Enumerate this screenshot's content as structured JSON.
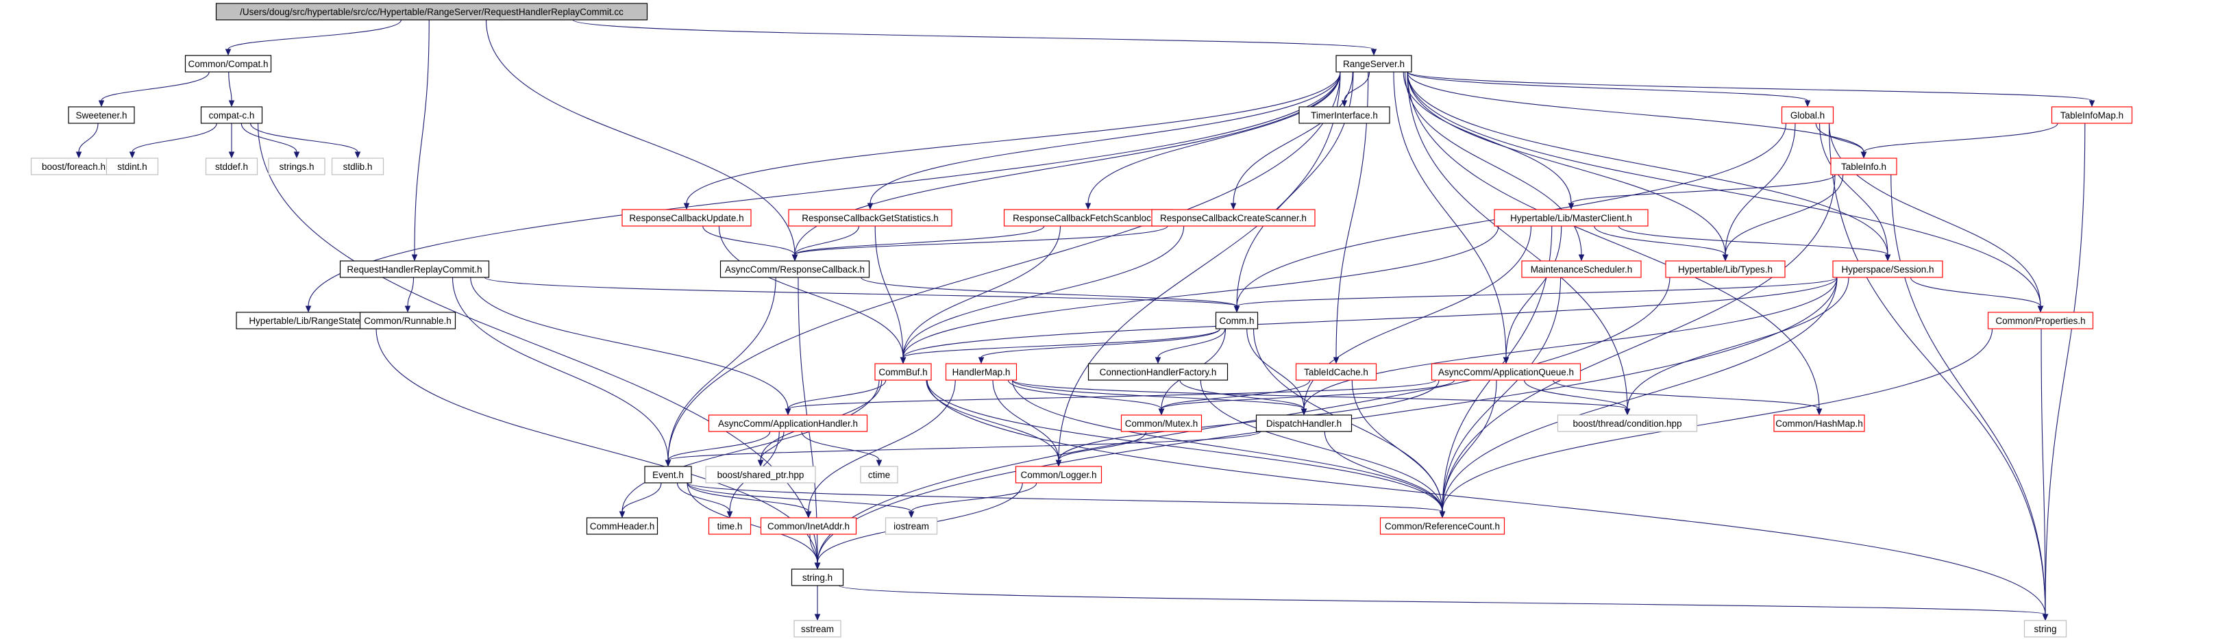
{
  "graph_title": "/Users/doug/src/hypertable/src/cc/Hypertable/RangeServer/RequestHandlerReplayCommit.cc",
  "colors": {
    "root_fill": "#bfbfbf",
    "documented_border": "#000000",
    "undocumented_border": "#ff0000",
    "external_border": "#bfbfbf",
    "edge": "#191970"
  },
  "nodes": [
    {
      "id": "root",
      "label": "/Users/doug/src/hypertable/src/cc/Hypertable/RangeServer/RequestHandlerReplayCommit.cc",
      "kind": "root"
    },
    {
      "id": "compat_h",
      "label": "Common/Compat.h",
      "kind": "documented"
    },
    {
      "id": "sweetener",
      "label": "Sweetener.h",
      "kind": "documented"
    },
    {
      "id": "boost_foreach",
      "label": "boost/foreach.hpp",
      "kind": "external"
    },
    {
      "id": "compat_c",
      "label": "compat-c.h",
      "kind": "documented"
    },
    {
      "id": "stdint",
      "label": "stdint.h",
      "kind": "external"
    },
    {
      "id": "stddef",
      "label": "stddef.h",
      "kind": "external"
    },
    {
      "id": "strings_h",
      "label": "strings.h",
      "kind": "external"
    },
    {
      "id": "stdlib_h",
      "label": "stdlib.h",
      "kind": "external"
    },
    {
      "id": "rangeserver",
      "label": "RangeServer.h",
      "kind": "documented"
    },
    {
      "id": "timerinterface",
      "label": "TimerInterface.h",
      "kind": "documented"
    },
    {
      "id": "global_h",
      "label": "Global.h",
      "kind": "undocumented"
    },
    {
      "id": "tableinfomap",
      "label": "TableInfoMap.h",
      "kind": "undocumented"
    },
    {
      "id": "tableinfo",
      "label": "TableInfo.h",
      "kind": "undocumented"
    },
    {
      "id": "rcb_update",
      "label": "ResponseCallbackUpdate.h",
      "kind": "undocumented"
    },
    {
      "id": "rcb_getstats",
      "label": "ResponseCallbackGetStatistics.h",
      "kind": "undocumented"
    },
    {
      "id": "rcb_fetch",
      "label": "ResponseCallbackFetchScanblock.h",
      "kind": "undocumented"
    },
    {
      "id": "rcb_create",
      "label": "ResponseCallbackCreateScanner.h",
      "kind": "undocumented"
    },
    {
      "id": "masterclient",
      "label": "Hypertable/Lib/MasterClient.h",
      "kind": "undocumented"
    },
    {
      "id": "rhrc_h",
      "label": "RequestHandlerReplayCommit.h",
      "kind": "documented"
    },
    {
      "id": "async_rcb",
      "label": "AsyncComm/ResponseCallback.h",
      "kind": "documented"
    },
    {
      "id": "maint_sched",
      "label": "MaintenanceScheduler.h",
      "kind": "undocumented"
    },
    {
      "id": "types_h",
      "label": "Hypertable/Lib/Types.h",
      "kind": "undocumented"
    },
    {
      "id": "session_h",
      "label": "Hyperspace/Session.h",
      "kind": "undocumented"
    },
    {
      "id": "rangestate",
      "label": "Hypertable/Lib/RangeState.h",
      "kind": "documented"
    },
    {
      "id": "runnable",
      "label": "Common/Runnable.h",
      "kind": "documented"
    },
    {
      "id": "comm_h",
      "label": "Comm.h",
      "kind": "documented"
    },
    {
      "id": "properties",
      "label": "Common/Properties.h",
      "kind": "undocumented"
    },
    {
      "id": "commbuf",
      "label": "CommBuf.h",
      "kind": "undocumented"
    },
    {
      "id": "handlermap",
      "label": "HandlerMap.h",
      "kind": "undocumented"
    },
    {
      "id": "connhandlerfactory",
      "label": "ConnectionHandlerFactory.h",
      "kind": "documented"
    },
    {
      "id": "tableidcache",
      "label": "TableIdCache.h",
      "kind": "undocumented"
    },
    {
      "id": "appqueue",
      "label": "AsyncComm/ApplicationQueue.h",
      "kind": "undocumented"
    },
    {
      "id": "apphandler",
      "label": "AsyncComm/ApplicationHandler.h",
      "kind": "undocumented"
    },
    {
      "id": "mutex_h",
      "label": "Common/Mutex.h",
      "kind": "undocumented"
    },
    {
      "id": "dispatchhandler",
      "label": "DispatchHandler.h",
      "kind": "documented"
    },
    {
      "id": "boost_condition",
      "label": "boost/thread/condition.hpp",
      "kind": "external"
    },
    {
      "id": "hashmap",
      "label": "Common/HashMap.h",
      "kind": "undocumented"
    },
    {
      "id": "event_h",
      "label": "Event.h",
      "kind": "documented"
    },
    {
      "id": "boost_sharedptr",
      "label": "boost/shared_ptr.hpp",
      "kind": "external"
    },
    {
      "id": "ctime",
      "label": "ctime",
      "kind": "external"
    },
    {
      "id": "logger_h",
      "label": "Common/Logger.h",
      "kind": "undocumented"
    },
    {
      "id": "commheader",
      "label": "CommHeader.h",
      "kind": "documented"
    },
    {
      "id": "time_h",
      "label": "time.h",
      "kind": "undocumented"
    },
    {
      "id": "inetaddr",
      "label": "Common/InetAddr.h",
      "kind": "undocumented"
    },
    {
      "id": "iostream",
      "label": "iostream",
      "kind": "external"
    },
    {
      "id": "refcount",
      "label": "Common/ReferenceCount.h",
      "kind": "undocumented"
    },
    {
      "id": "string_h",
      "label": "string.h",
      "kind": "documented"
    },
    {
      "id": "sstream",
      "label": "sstream",
      "kind": "external"
    },
    {
      "id": "string",
      "label": "string",
      "kind": "external"
    }
  ],
  "edges": [
    [
      "root",
      "compat_h"
    ],
    [
      "root",
      "rangeserver"
    ],
    [
      "root",
      "rhrc_h"
    ],
    [
      "root",
      "async_rcb"
    ],
    [
      "compat_h",
      "sweetener"
    ],
    [
      "compat_h",
      "compat_c"
    ],
    [
      "sweetener",
      "boost_foreach"
    ],
    [
      "compat_c",
      "stdint"
    ],
    [
      "compat_c",
      "stddef"
    ],
    [
      "compat_c",
      "strings_h"
    ],
    [
      "compat_c",
      "stdlib_h"
    ],
    [
      "compat_c",
      "string_h"
    ],
    [
      "rangeserver",
      "timerinterface"
    ],
    [
      "rangeserver",
      "global_h"
    ],
    [
      "rangeserver",
      "tableinfomap"
    ],
    [
      "rangeserver",
      "tableinfo"
    ],
    [
      "rangeserver",
      "rcb_update"
    ],
    [
      "rangeserver",
      "rcb_getstats"
    ],
    [
      "rangeserver",
      "rcb_fetch"
    ],
    [
      "rangeserver",
      "rcb_create"
    ],
    [
      "rangeserver",
      "masterclient"
    ],
    [
      "rangeserver",
      "maint_sched"
    ],
    [
      "rangeserver",
      "types_h"
    ],
    [
      "rangeserver",
      "session_h"
    ],
    [
      "rangeserver",
      "rangestate"
    ],
    [
      "rangeserver",
      "async_rcb"
    ],
    [
      "rangeserver",
      "comm_h"
    ],
    [
      "rangeserver",
      "properties"
    ],
    [
      "rangeserver",
      "tableidcache"
    ],
    [
      "rangeserver",
      "appqueue"
    ],
    [
      "rangeserver",
      "event_h"
    ],
    [
      "rangeserver",
      "logger_h"
    ],
    [
      "rangeserver",
      "hashmap"
    ],
    [
      "rangeserver",
      "boost_condition"
    ],
    [
      "global_h",
      "tableinfo"
    ],
    [
      "global_h",
      "types_h"
    ],
    [
      "global_h",
      "session_h"
    ],
    [
      "global_h",
      "properties"
    ],
    [
      "global_h",
      "comm_h"
    ],
    [
      "global_h",
      "string"
    ],
    [
      "tableinfomap",
      "tableinfo"
    ],
    [
      "tableinfomap",
      "string"
    ],
    [
      "tableinfo",
      "masterclient"
    ],
    [
      "tableinfo",
      "types_h"
    ],
    [
      "tableinfo",
      "string"
    ],
    [
      "tableinfo",
      "refcount"
    ],
    [
      "rcb_update",
      "async_rcb"
    ],
    [
      "rcb_update",
      "commbuf"
    ],
    [
      "rcb_getstats",
      "async_rcb"
    ],
    [
      "rcb_getstats",
      "commbuf"
    ],
    [
      "rcb_fetch",
      "async_rcb"
    ],
    [
      "rcb_fetch",
      "commbuf"
    ],
    [
      "rcb_create",
      "async_rcb"
    ],
    [
      "rcb_create",
      "commbuf"
    ],
    [
      "masterclient",
      "types_h"
    ],
    [
      "masterclient",
      "session_h"
    ],
    [
      "masterclient",
      "appqueue"
    ],
    [
      "masterclient",
      "dispatchhandler"
    ],
    [
      "masterclient",
      "commbuf"
    ],
    [
      "masterclient",
      "refcount"
    ],
    [
      "rhrc_h",
      "runnable"
    ],
    [
      "rhrc_h",
      "comm_h"
    ],
    [
      "rhrc_h",
      "event_h"
    ],
    [
      "rhrc_h",
      "apphandler"
    ],
    [
      "async_rcb",
      "comm_h"
    ],
    [
      "async_rcb",
      "event_h"
    ],
    [
      "async_rcb",
      "string_h"
    ],
    [
      "maint_sched",
      "refcount"
    ],
    [
      "types_h",
      "string_h"
    ],
    [
      "session_h",
      "comm_h"
    ],
    [
      "session_h",
      "commbuf"
    ],
    [
      "session_h",
      "properties"
    ],
    [
      "session_h",
      "dispatchhandler"
    ],
    [
      "session_h",
      "boost_condition"
    ],
    [
      "session_h",
      "refcount"
    ],
    [
      "session_h",
      "string_h"
    ],
    [
      "rangestate",
      "string_h"
    ],
    [
      "comm_h",
      "commbuf"
    ],
    [
      "comm_h",
      "handlermap"
    ],
    [
      "comm_h",
      "connhandlerfactory"
    ],
    [
      "comm_h",
      "dispatchhandler"
    ],
    [
      "comm_h",
      "mutex_h"
    ],
    [
      "comm_h",
      "refcount"
    ],
    [
      "properties",
      "string"
    ],
    [
      "properties",
      "refcount"
    ],
    [
      "commbuf",
      "apphandler"
    ],
    [
      "commbuf",
      "boost_sharedptr"
    ],
    [
      "commbuf",
      "commheader"
    ],
    [
      "commbuf",
      "logger_h"
    ],
    [
      "commbuf",
      "refcount"
    ],
    [
      "commbuf",
      "string"
    ],
    [
      "handlermap",
      "mutex_h"
    ],
    [
      "handlermap",
      "dispatchhandler"
    ],
    [
      "handlermap",
      "logger_h"
    ],
    [
      "handlermap",
      "inetaddr"
    ],
    [
      "handlermap",
      "refcount"
    ],
    [
      "handlermap",
      "boost_condition"
    ],
    [
      "connhandlerfactory",
      "dispatchhandler"
    ],
    [
      "connhandlerfactory",
      "refcount"
    ],
    [
      "tableidcache",
      "mutex_h"
    ],
    [
      "tableidcache",
      "refcount"
    ],
    [
      "appqueue",
      "apphandler"
    ],
    [
      "appqueue",
      "mutex_h"
    ],
    [
      "appqueue",
      "boost_condition"
    ],
    [
      "appqueue",
      "hashmap"
    ],
    [
      "appqueue",
      "logger_h"
    ],
    [
      "appqueue",
      "refcount"
    ],
    [
      "apphandler",
      "event_h"
    ],
    [
      "apphandler",
      "boost_sharedptr"
    ],
    [
      "apphandler",
      "ctime"
    ],
    [
      "apphandler",
      "time_h"
    ],
    [
      "mutex_h",
      "logger_h"
    ],
    [
      "dispatchhandler",
      "event_h"
    ],
    [
      "dispatchhandler",
      "refcount"
    ],
    [
      "event_h",
      "commheader"
    ],
    [
      "event_h",
      "time_h"
    ],
    [
      "event_h",
      "inetaddr"
    ],
    [
      "event_h",
      "iostream"
    ],
    [
      "event_h",
      "refcount"
    ],
    [
      "event_h",
      "string_h"
    ],
    [
      "logger_h",
      "iostream"
    ],
    [
      "logger_h",
      "string_h"
    ],
    [
      "inetaddr",
      "string_h"
    ],
    [
      "string_h",
      "sstream"
    ],
    [
      "string_h",
      "string"
    ]
  ]
}
